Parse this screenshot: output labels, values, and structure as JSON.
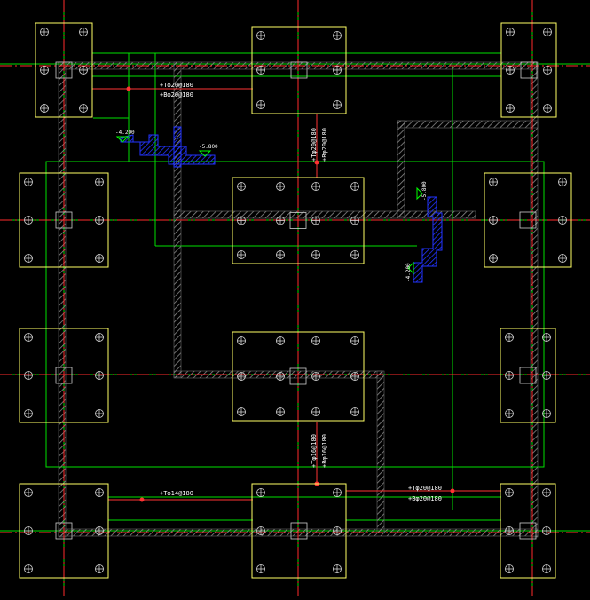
{
  "drawing": {
    "colors": {
      "background": "#000000",
      "axis_line": "#ff2b2b",
      "beam_line": "#00ff00",
      "footing_outline": "#ffff66",
      "wall_hatch": "#9a9a9a",
      "level_hatch": "#1e2cff",
      "label": "#ffffff",
      "pile_mark": "#cfcfcf"
    },
    "beam_labels": {
      "top_left_1": "+Tφ20@180",
      "top_left_2": "+Bφ20@180",
      "mid_vertical_1": "+Tφ20@180",
      "mid_vertical_2": "+Bφ20@180",
      "lower_vertical_1": "+Tφ16@180",
      "lower_vertical_2": "+Bφ16@180",
      "bottom_left": "+Tφ14@180",
      "bottom_right_1": "+Tφ20@180",
      "bottom_right_2": "+Bφ20@180"
    },
    "level_labels": {
      "left_upper": "-4.200",
      "left_lower": "-5.800",
      "right_upper": "-5.800",
      "right_lower": "-4.200"
    }
  }
}
